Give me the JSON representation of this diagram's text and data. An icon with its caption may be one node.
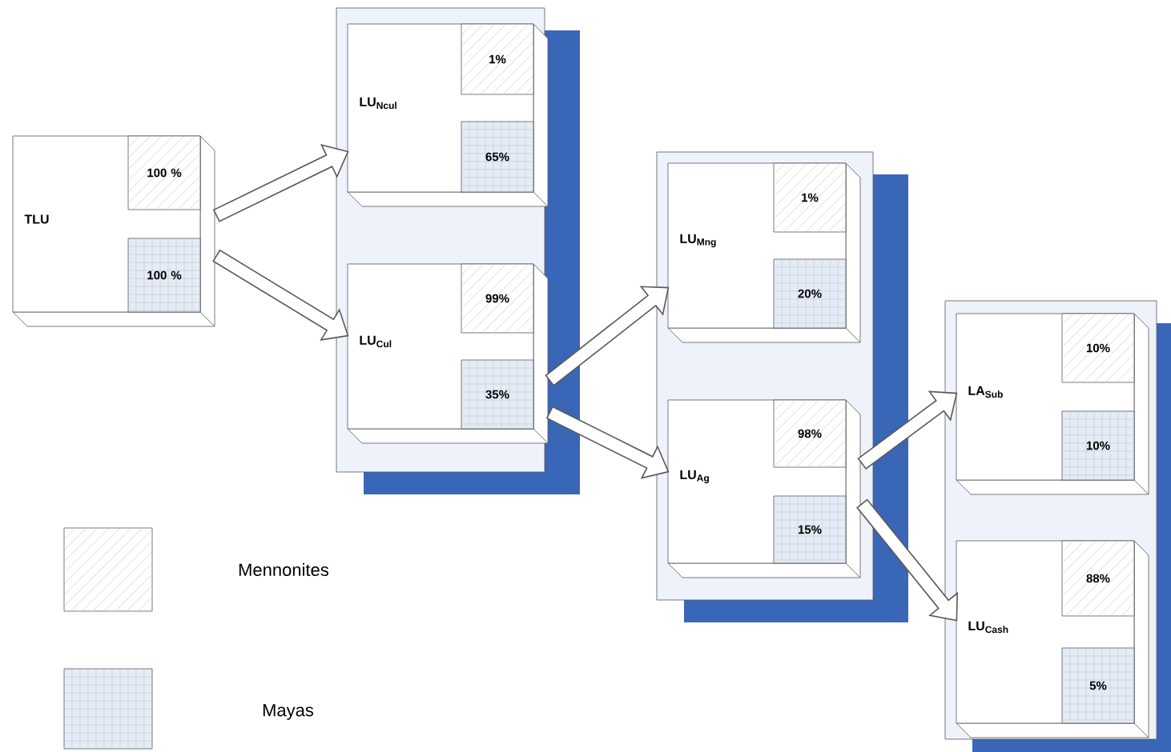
{
  "diagram": {
    "nodes": [
      {
        "text": [
          "TLU",
          "100 %",
          "100 %"
        ]
      },
      {
        "text": [],
        "shape": "box"
      },
      {
        "text": [
          "LU$_{Ncul}$",
          "1%",
          "65%"
        ],
        "in": 1
      },
      {
        "text": [
          "LU$_{Cul}$",
          "99%",
          "35%"
        ],
        "in": 1
      },
      {
        "text": [],
        "shape": "box"
      },
      {
        "text": [
          "LU$_{Mng}$",
          "1%",
          "20%"
        ],
        "in": 4
      },
      {
        "text": [
          "LU$_{Ag}$",
          "98%",
          "15%"
        ],
        "in": 4
      },
      {
        "text": [],
        "shape": "box"
      },
      {
        "text": [
          "LA$_{Sub}$",
          "10%",
          "10%"
        ],
        "in": 7
      },
      {
        "text": [
          "LU$_{Cash}$",
          "88%",
          "5%"
        ],
        "in": 7
      }
    ],
    "edges": [
      {
        "from": 0,
        "to": 2,
        "arrow": "to"
      },
      {
        "from": 0,
        "to": 3,
        "arrow": "to"
      },
      {
        "from": 3,
        "to": 5,
        "arrow": "to"
      },
      {
        "from": 3,
        "to": 6,
        "arrow": "to"
      },
      {
        "from": 6,
        "to": 8,
        "arrow": "to"
      },
      {
        "from": 6,
        "to": 9,
        "arrow": "to"
      }
    ],
    "legend": [
      {
        "text": "Mennonites"
      },
      {
        "text": "Mayas"
      }
    ]
  }
}
